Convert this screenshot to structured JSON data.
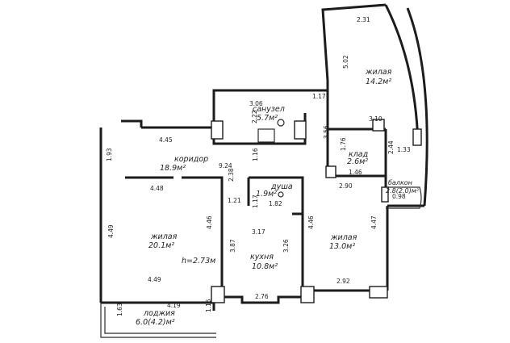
{
  "colors": {
    "wall": "#1c1c1c",
    "background": "#ffffff"
  },
  "rooms": {
    "bathroom": {
      "name": "санузел",
      "area": "5.7м²"
    },
    "living_1": {
      "name": "жилая",
      "area": "14.2м²"
    },
    "corridor": {
      "name": "коридор",
      "area": "18.9м²"
    },
    "storage": {
      "name": "клад",
      "area": "2.6м²"
    },
    "toilet": {
      "name": "1.9м²",
      "label": "душа"
    },
    "living_2": {
      "name": "жилая",
      "area": "20.1м²"
    },
    "kitchen": {
      "name": "кухня",
      "area": "10.8м²"
    },
    "living_3": {
      "name": "жилая",
      "area": "13.0м²"
    },
    "loggia": {
      "name": "лоджия",
      "area": "6.0(4.2)м²"
    },
    "balcony": {
      "name": "балкон",
      "area": "2.8(2.0)м²"
    }
  },
  "ceiling_height": "h=2.73м",
  "dims": {
    "d_231": "2.31",
    "d_502": "5.02",
    "d_306": "3.06",
    "d_117": "1.17",
    "d_222": "2.22",
    "d_310": "3.10",
    "d_356": "3.56",
    "d_176": "1.76",
    "d_133": "1.33",
    "d_244": "2.44",
    "d_445": "4.45",
    "d_193": "1.93",
    "d_924": "9.24",
    "d_116": "1.16",
    "d_238": "2.38",
    "d_146": "1.46",
    "d_290": "2.90",
    "d_448": "4.48",
    "d_121": "1.21",
    "d_098": "0.98",
    "d_117b": "1.17",
    "d_182": "1.82",
    "d_449a": "4.49",
    "d_446a": "4.46",
    "d_446b": "4.46",
    "d_447": "4.47",
    "d_317": "3.17",
    "d_387": "3.87",
    "d_326": "3.26",
    "d_449b": "4.49",
    "d_292": "2.92",
    "d_419": "4.19",
    "d_276": "2.76",
    "d_163": "1.63",
    "d_115": "1.15"
  }
}
